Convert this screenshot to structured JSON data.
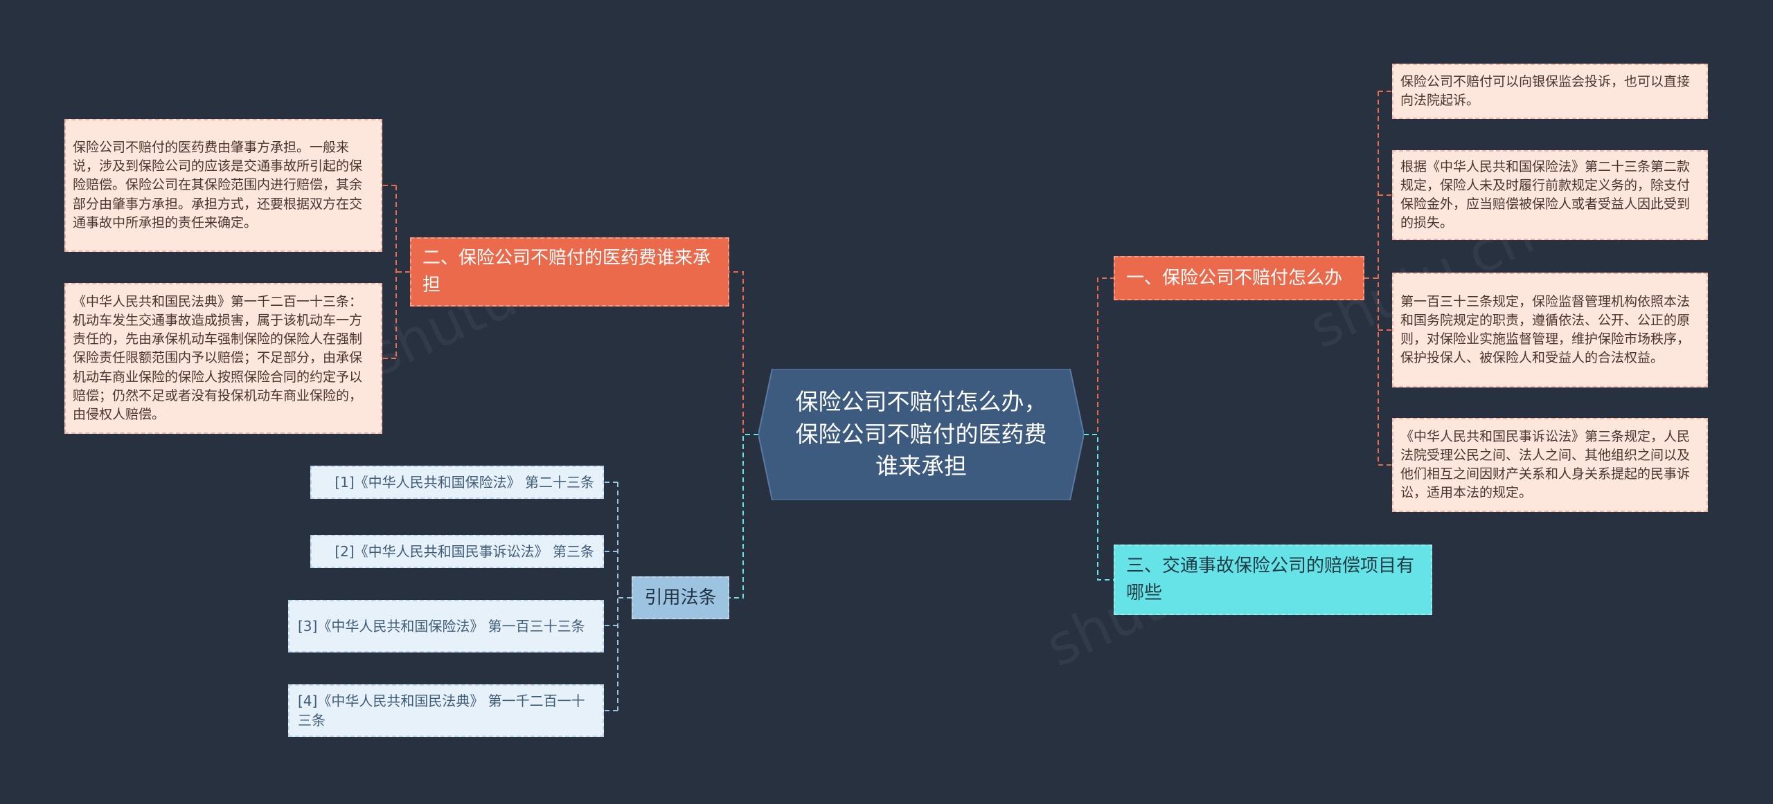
{
  "root": {
    "title_lines": [
      "保险公司不赔付怎么办，",
      "保险公司不赔付的医药费",
      "谁来承担"
    ]
  },
  "branches": {
    "one": {
      "label": "一、保险公司不赔付怎么办",
      "leaves": [
        "保险公司不赔付可以向银保监会投诉，也可以直接向法院起诉。",
        "根据《中华人民共和国保险法》第二十三条第二款规定，保险人未及时履行前款规定义务的，除支付保险金外，应当赔偿被保险人或者受益人因此受到的损失。",
        "第一百三十三条规定，保险监督管理机构依照本法和国务院规定的职责，遵循依法、公开、公正的原则，对保险业实施监督管理，维护保险市场秩序，保护投保人、被保险人和受益人的合法权益。",
        "《中华人民共和国民事诉讼法》第三条规定，人民法院受理公民之间、法人之间、其他组织之间以及他们相互之间因财产关系和人身关系提起的民事诉讼，适用本法的规定。"
      ]
    },
    "two": {
      "label": "二、保险公司不赔付的医药费谁来承担",
      "leaves": [
        "保险公司不赔付的医药费由肇事方承担。一般来说，涉及到保险公司的应该是交通事故所引起的保险赔偿。保险公司在其保险范围内进行赔偿，其余部分由肇事方承担。承担方式，还要根据双方在交通事故中所承担的责任来确定。",
        "《中华人民共和国民法典》第一千二百一十三条：机动车发生交通事故造成损害，属于该机动车一方责任的，先由承保机动车强制保险的保险人在强制保险责任限额范围内予以赔偿；不足部分，由承保机动车商业保险的保险人按照保险合同的约定予以赔偿；仍然不足或者没有投保机动车商业保险的，由侵权人赔偿。"
      ]
    },
    "three": {
      "label": "三、交通事故保险公司的赔偿项目有哪些"
    },
    "cites": {
      "label": "引用法条",
      "items": [
        "[1]《中华人民共和国保险法》 第二十三条",
        "[2]《中华人民共和国民事诉讼法》 第三条",
        "[3]《中华人民共和国保险法》 第一百三十三条",
        "[4]《中华人民共和国民法典》 第一千二百一十三条"
      ]
    }
  },
  "colors": {
    "background": "#283140",
    "root": "#3d5a7f",
    "orange": "#ec6a4c",
    "cyan": "#66e3e6",
    "blue": "#9cc3e0",
    "leaf": "#fde6dc"
  }
}
